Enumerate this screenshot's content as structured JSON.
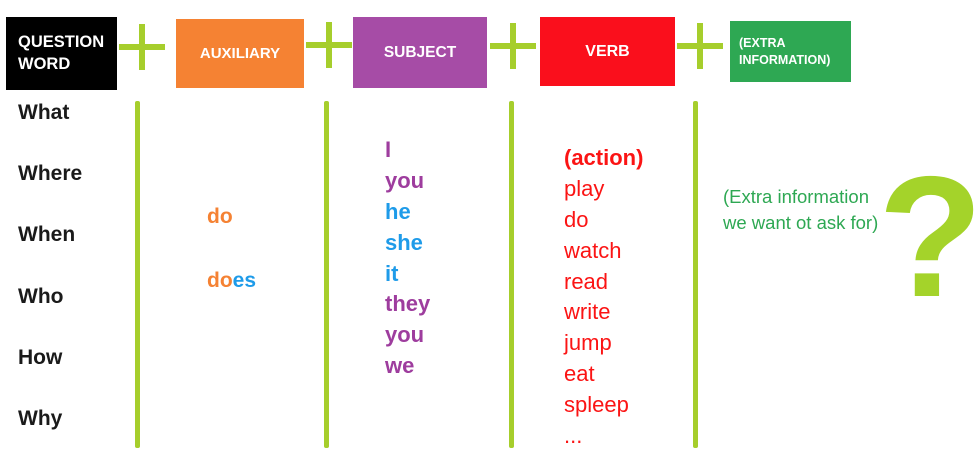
{
  "formula": {
    "plus_sign": "+",
    "boxes": [
      {
        "id": "question-word",
        "label": "QUESTION WORD",
        "bg": "#000000",
        "text_color": "#FFFFFF"
      },
      {
        "id": "auxiliary",
        "label": "AUXILIARY",
        "bg": "#F58233",
        "text_color": "#FFFFFF"
      },
      {
        "id": "subject",
        "label": "SUBJECT",
        "bg": "#A64CA6",
        "text_color": "#FFFFFF"
      },
      {
        "id": "verb",
        "label": "VERB",
        "bg": "#FA0F1C",
        "text_color": "#FFFFFF"
      },
      {
        "id": "extra-information",
        "label": "(EXTRA INFORMATION)",
        "bg": "#2EA853",
        "text_color": "#FFFFFF"
      }
    ]
  },
  "columns": {
    "question_words": [
      "What",
      "Where",
      "When",
      "Who",
      "How",
      "Why"
    ],
    "auxiliary": {
      "do": "do",
      "does_orange_part": "do",
      "does_blue_part": "es"
    },
    "subjects": [
      "I",
      "you",
      "he",
      "she",
      "it",
      "they",
      "you",
      "we"
    ],
    "subject_colors": [
      "purple",
      "purple",
      "blue",
      "blue",
      "blue",
      "purple",
      "purple",
      "purple"
    ],
    "verbs": {
      "header": "(action)",
      "items": [
        "play",
        "do",
        "watch",
        "read",
        "write",
        "jump",
        "eat",
        "spleep",
        "..."
      ]
    },
    "extra_information": {
      "line1": "(Extra information",
      "line2": "we want ot ask for)"
    }
  },
  "question_mark": "?",
  "colors": {
    "divider_and_plus": "#A6CE2C",
    "question_mark": "#A4D32A",
    "auxiliary_orange": "#F58233",
    "auxiliary_blue": "#1E9BE9",
    "subject_purple": "#9E3D9E",
    "subject_blue": "#1E9BE9",
    "verb_red": "#FB1414",
    "extra_green": "#2EA853"
  }
}
